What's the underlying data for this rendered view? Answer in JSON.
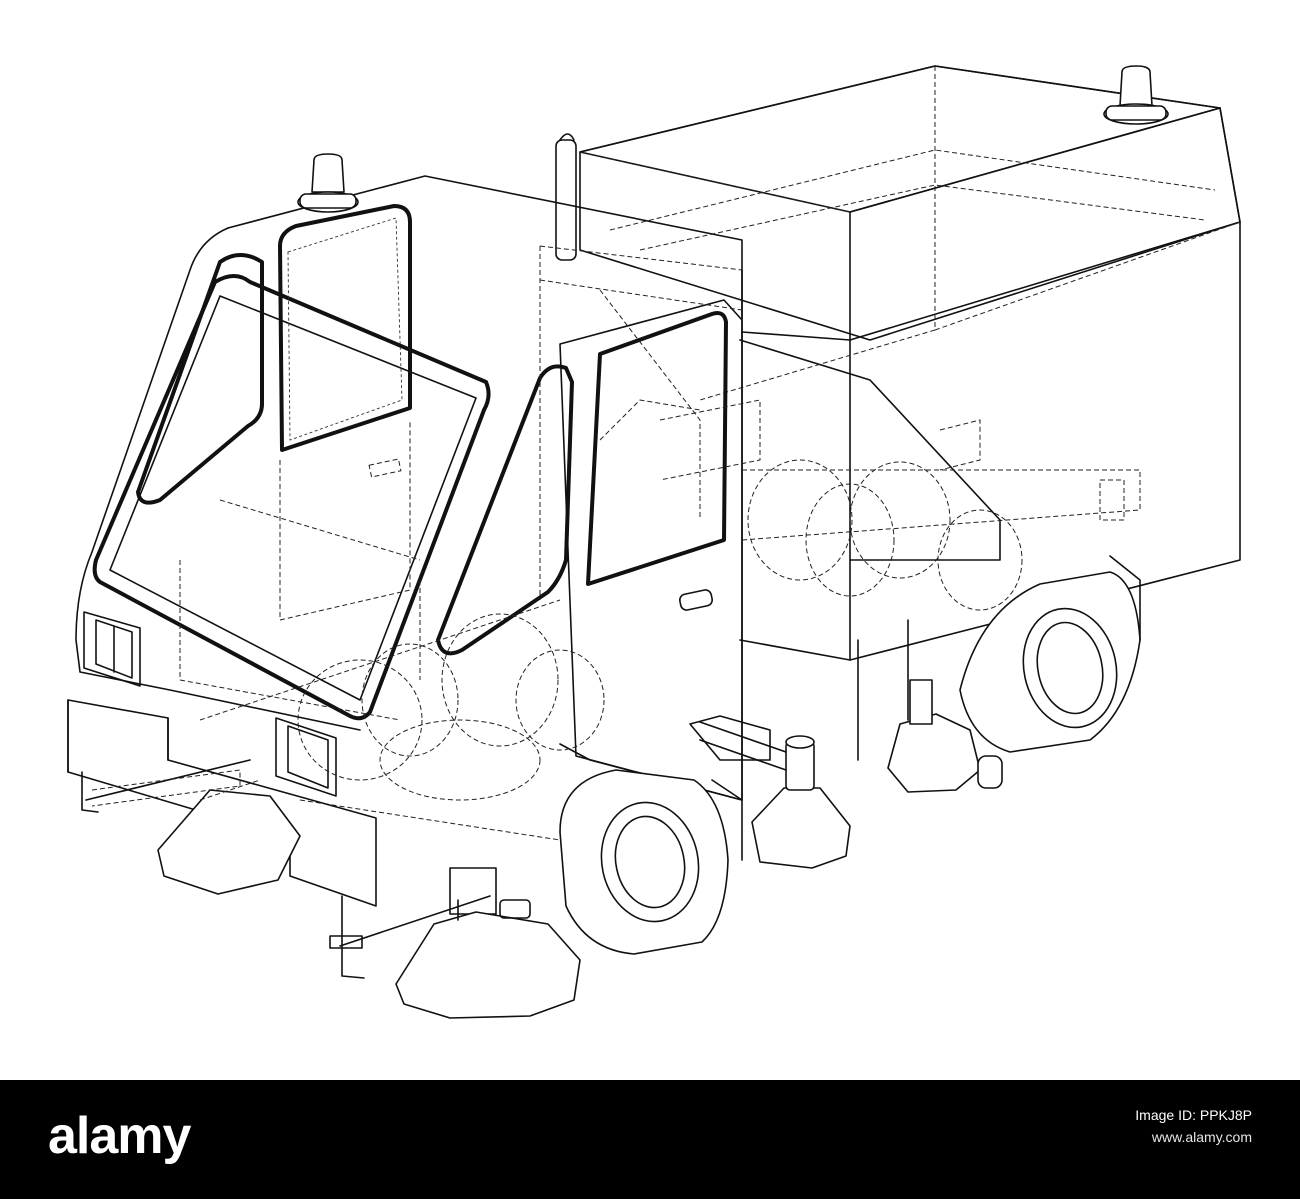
{
  "illustration": {
    "subject": "street-sweeper-truck",
    "style": "wireframe line drawing",
    "line_color": "#111111",
    "background": "#ffffff"
  },
  "footer": {
    "background": "#000000",
    "brand": "alamy",
    "image_id_label": "Image ID: PPKJ8P",
    "site": "www.alamy.com",
    "text_color": "#ffffff"
  }
}
